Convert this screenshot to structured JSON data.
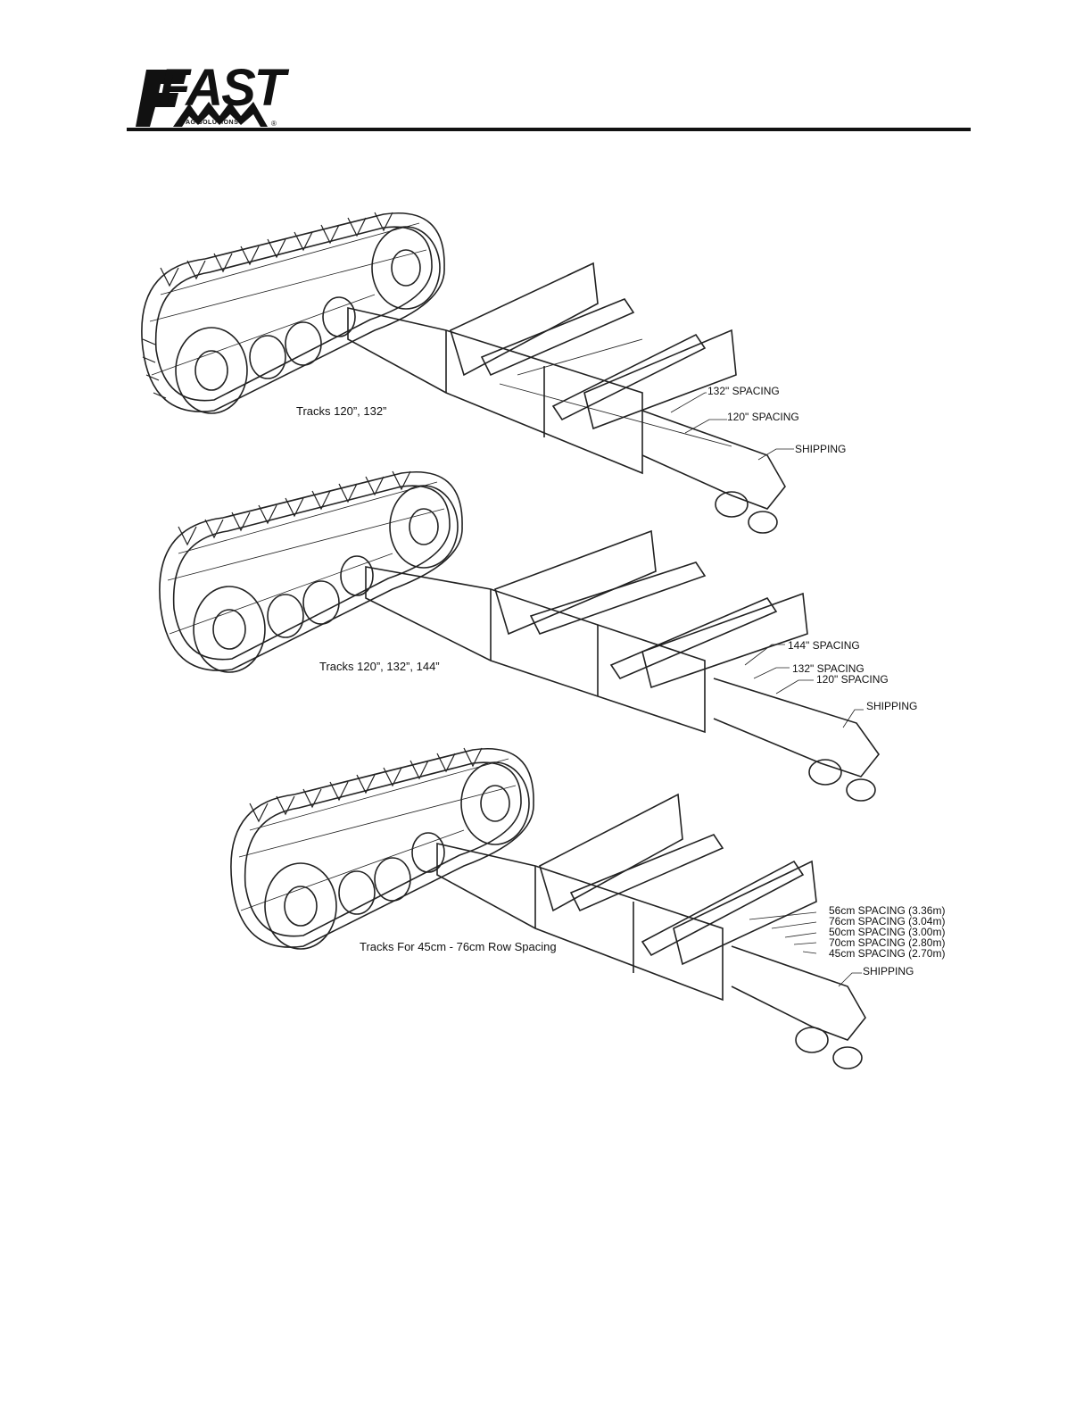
{
  "header": {
    "logo_text": "FAST",
    "logo_subtext": "AG SOLUTIONS",
    "logo_reg": "®"
  },
  "figures": [
    {
      "caption": "Tracks 120”, 132”",
      "labels": [
        "132\" SPACING",
        "120\" SPACING",
        "SHIPPING"
      ]
    },
    {
      "caption": "Tracks 120”, 132”, 144”",
      "labels": [
        "144\" SPACING",
        "132\" SPACING",
        "120\" SPACING",
        "SHIPPING"
      ]
    },
    {
      "caption": "Tracks For 45cm - 76cm Row Spacing",
      "labels": [
        "56cm SPACING (3.36m)",
        "76cm SPACING (3.04m)",
        "50cm SPACING (3.00m)",
        "70cm SPACING (2.80m)",
        "45cm SPACING (2.70m)",
        "SHIPPING"
      ]
    }
  ]
}
